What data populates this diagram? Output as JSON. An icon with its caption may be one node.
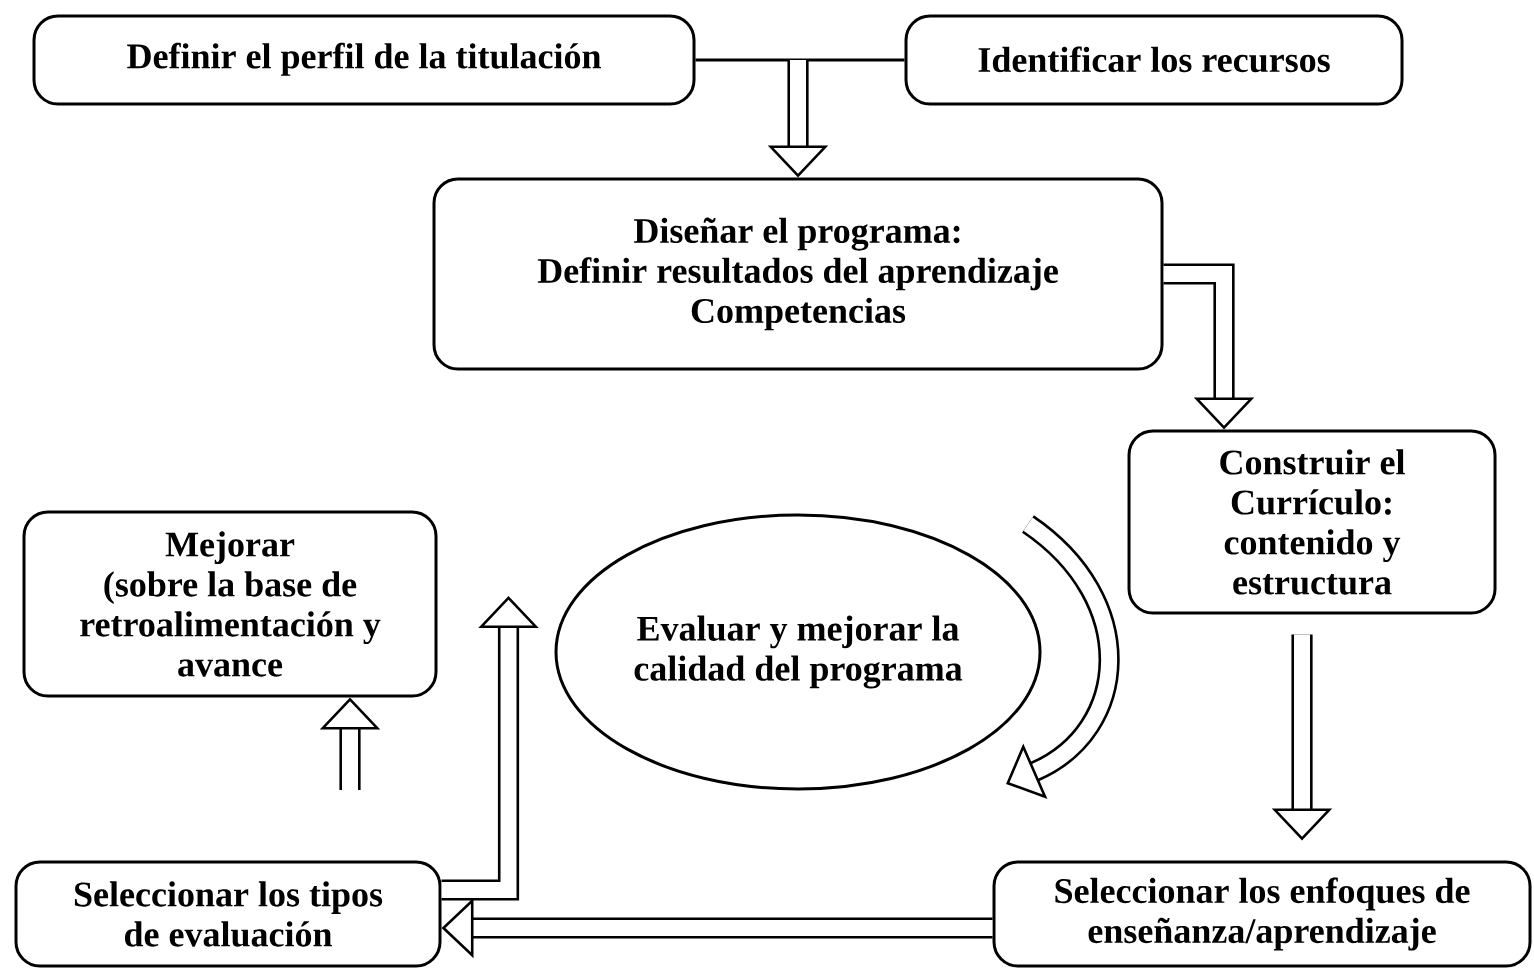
{
  "diagram": {
    "nodes": [
      {
        "text": [
          "Definir el perfil de la titulación"
        ]
      },
      {
        "text": [
          "Identificar los recursos"
        ]
      },
      {
        "text": [
          "Diseñar el programa:",
          "Definir resultados del aprendizaje Competencias"
        ]
      },
      {
        "text": [
          "Construir el Currículo: contenido y estructura"
        ]
      },
      {
        "text": [
          "Mejorar",
          "(sobre la base de retroalimentación y avance"
        ]
      },
      {
        "text": [
          "Evaluar y mejorar la calidad del programa"
        ]
      },
      {
        "text": [
          "Seleccionar los tipos de evaluación"
        ]
      },
      {
        "text": [
          "Seleccionar los enfoques de enseñanza/aprendizaje"
        ]
      }
    ],
    "edges": [
      {
        "from": 0,
        "to": 2,
        "arrow": "to"
      },
      {
        "from": 1,
        "to": 2,
        "arrow": "to"
      },
      {
        "from": 2,
        "to": 3,
        "arrow": "to"
      },
      {
        "from": 3,
        "to": 7,
        "arrow": "to"
      },
      {
        "from": 7,
        "to": 6,
        "arrow": "to"
      },
      {
        "from": 6,
        "to": 5,
        "arrow": "to"
      },
      {
        "from": null,
        "to": 4,
        "arrow": "to"
      }
    ]
  }
}
